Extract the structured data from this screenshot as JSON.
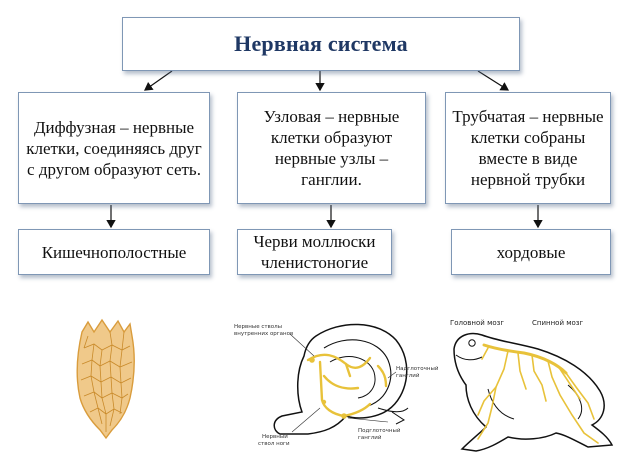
{
  "title": "Нервная система",
  "types": [
    {
      "text": "Диффузная – нервные клетки, соединяясь друг с другом образуют сеть."
    },
    {
      "text": "Узловая – нервные клетки образуют нервные узлы – ганглии."
    },
    {
      "text": "Трубчатая – нервные клетки собраны вместе в виде нервной трубки"
    }
  ],
  "results": [
    {
      "text": "Кишечнополостные"
    },
    {
      "text": "Черви моллюски членистоногие"
    },
    {
      "text": "хордовые"
    }
  ],
  "mollusk_labels": {
    "nerve_trunks": "Нервные стволы внутренних органов",
    "supra_ganglion": "Надглоточный ганглий",
    "leg_trunk": "Нервный ствол ноги",
    "sub_ganglion": "Подглоточный ганглий"
  },
  "frog_labels": {
    "brain": "Головной мозг",
    "spinal": "Спинной мозг"
  },
  "colors": {
    "box_border": "#7f97b5",
    "title_text": "#1f3864",
    "nerve_yellow": "#e8c23a",
    "hydra_fill": "#f0c98a"
  }
}
